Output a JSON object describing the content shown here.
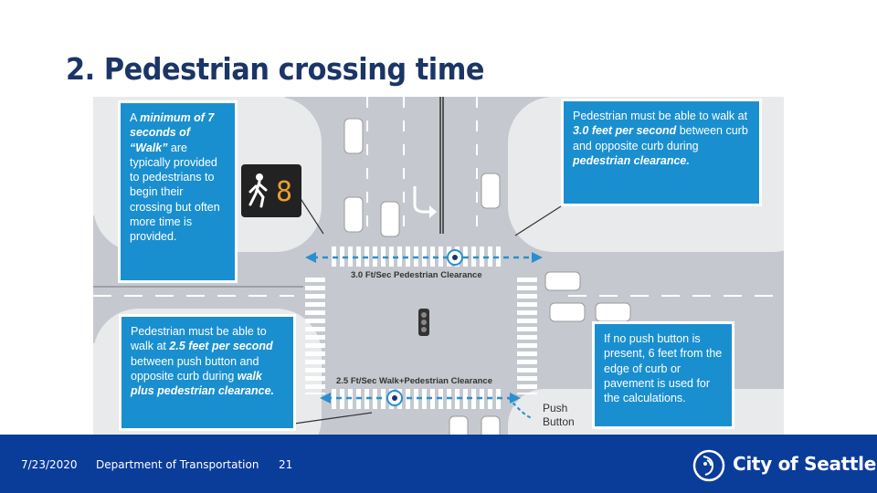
{
  "slide": {
    "title": "2. Pedestrian crossing time"
  },
  "callouts": {
    "walk_minimum": {
      "text": [
        "A ",
        "minimum of 7 seconds of “Walk”",
        " are typically provided to pedestrians to begin their crossing but often more time is provided."
      ]
    },
    "clearance_speed": {
      "text": [
        "Pedestrian must be able to walk at ",
        "3.0 feet per second",
        " between curb and opposite curb during ",
        "pedestrian clearance."
      ]
    },
    "walk_speed": {
      "text": [
        "Pedestrian must be able to walk at ",
        "2.5 feet per second",
        " between push button and opposite curb during ",
        "walk plus pedestrian clearance."
      ]
    },
    "no_push_button": {
      "text": "If no push button is present, 6 feet from the edge of curb or pavement is used for the calculations."
    }
  },
  "labels": {
    "top_crossing": "3.0 Ft/Sec Pedestrian Clearance",
    "bottom_crossing": "2.5 Ft/Sec Walk+Pedestrian Clearance",
    "push_button_line1": "Push",
    "push_button_line2": "Button"
  },
  "footer": {
    "date": "7/23/2020",
    "department": "Department of Transportation",
    "page_number": "21",
    "logo_text": "City of Seattle"
  },
  "colors": {
    "title": "#1a3566",
    "callout": "#1a8fd0",
    "footer": "#0a3c9a",
    "road": "#c5c9cf",
    "arrow": "#2a8fd0"
  },
  "icons": {
    "signal_head": "walk-signal-icon",
    "logo": "seattle-seal-icon"
  }
}
